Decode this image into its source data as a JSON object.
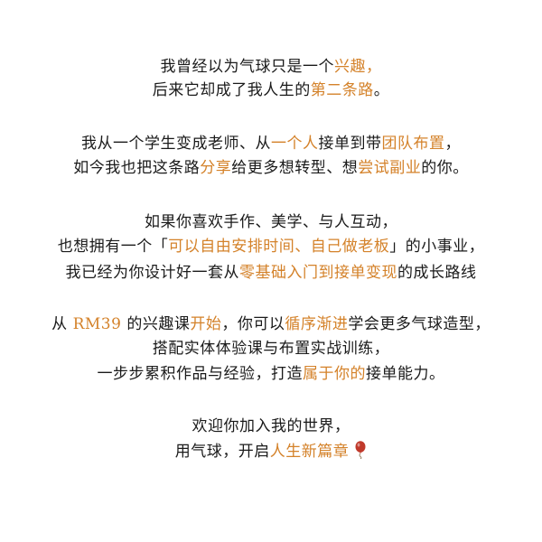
{
  "colors": {
    "text": "#1a1a1a",
    "highlight": "#d4822a",
    "balloon": "#c0392b"
  },
  "paragraphs": [
    {
      "lines": [
        {
          "segments": [
            {
              "text": "我曾经以为气球只是一个",
              "hl": false
            },
            {
              "text": "兴趣，",
              "hl": true
            }
          ]
        },
        {
          "segments": [
            {
              "text": "后来它却成了我人生的",
              "hl": false
            },
            {
              "text": "第二条路",
              "hl": true
            },
            {
              "text": "。",
              "hl": false
            }
          ]
        }
      ]
    },
    {
      "lines": [
        {
          "segments": [
            {
              "text": "我从一个学生变成老师、从",
              "hl": false
            },
            {
              "text": "一个人",
              "hl": true
            },
            {
              "text": "接单到带",
              "hl": false
            },
            {
              "text": "团队布置",
              "hl": true
            },
            {
              "text": "，",
              "hl": false
            }
          ]
        },
        {
          "segments": [
            {
              "text": "如今我也把这条路",
              "hl": false
            },
            {
              "text": "分享",
              "hl": true
            },
            {
              "text": "给更多想转型、想",
              "hl": false
            },
            {
              "text": "尝试副业",
              "hl": true
            },
            {
              "text": "的你。",
              "hl": false
            }
          ]
        }
      ]
    },
    {
      "lines": [
        {
          "segments": [
            {
              "text": "如果你喜欢手作、美学、与人互动，",
              "hl": false
            }
          ]
        },
        {
          "segments": [
            {
              "text": "也想拥有一个「",
              "hl": false
            },
            {
              "text": "可以自由安排时间、自己做老板",
              "hl": true
            },
            {
              "text": "」的小事业，",
              "hl": false
            }
          ]
        },
        {
          "segments": [
            {
              "text": "我已经为你设计好一套从",
              "hl": false
            },
            {
              "text": "零基础入门到接单变现",
              "hl": true
            },
            {
              "text": "的成长路线",
              "hl": false
            }
          ]
        }
      ]
    },
    {
      "lines": [
        {
          "segments": [
            {
              "text": "从 ",
              "hl": false
            },
            {
              "text": "RM39",
              "hl": true
            },
            {
              "text": " 的兴趣课",
              "hl": false
            },
            {
              "text": "开始",
              "hl": true
            },
            {
              "text": "，你可以",
              "hl": false
            },
            {
              "text": "循序渐进",
              "hl": true
            },
            {
              "text": "学会更多气球造型，",
              "hl": false
            }
          ]
        },
        {
          "segments": [
            {
              "text": "搭配实体体验课与布置实战训练，",
              "hl": false
            }
          ]
        },
        {
          "segments": [
            {
              "text": "一步步累积作品与经验，打造",
              "hl": false
            },
            {
              "text": "属于你的",
              "hl": true
            },
            {
              "text": "接单能力。",
              "hl": false
            }
          ]
        }
      ]
    },
    {
      "lines": [
        {
          "segments": [
            {
              "text": "欢迎你加入我的世界，",
              "hl": false
            }
          ]
        },
        {
          "segments": [
            {
              "text": "用气球，开启",
              "hl": false
            },
            {
              "text": "人生新篇章",
              "hl": true
            }
          ],
          "icon": "balloon-icon"
        }
      ]
    }
  ]
}
